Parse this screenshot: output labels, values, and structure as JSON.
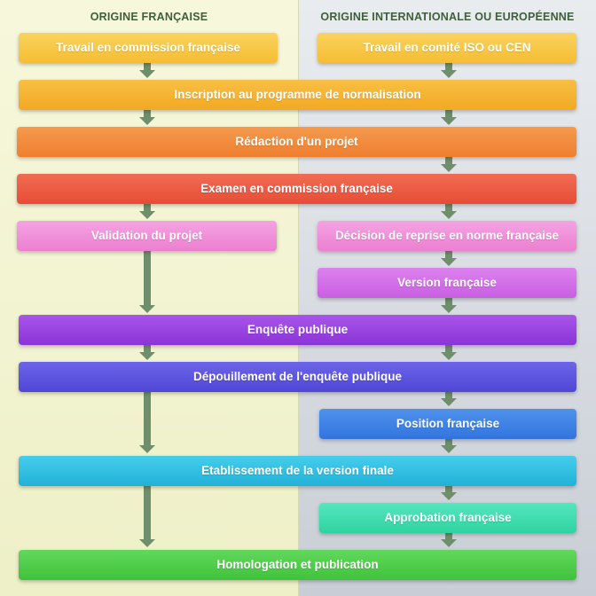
{
  "headers": {
    "left": "ORIGINE FRANÇAISE",
    "right": "ORIGINE INTERNATIONALE OU EUROPÉENNE"
  },
  "steps": {
    "travail_commission": "Travail en commission française",
    "travail_comite": "Travail en comité ISO ou CEN",
    "inscription": "Inscription au programme de normalisation",
    "redaction": "Rédaction d'un projet",
    "examen": "Examen en commission française",
    "validation": "Validation du projet",
    "decision_reprise": "Décision de reprise en norme française",
    "version_francaise": "Version française",
    "enquete": "Enquête publique",
    "depouillement": "Dépouillement de l'enquête publique",
    "position": "Position française",
    "etablissement": "Etablissement de la version finale",
    "approbation": "Approbation française",
    "homologation": "Homologation et publication"
  },
  "colors": {
    "yellow": "#f7c744",
    "amber": "#f5b02e",
    "orange": "#f08a3c",
    "red_orange": "#ec5b43",
    "pink": "#f08cd6",
    "magenta": "#d46ae8",
    "purple": "#9b3fe0",
    "indigo": "#5d55df",
    "blue": "#3b80e3",
    "cyan": "#2cc0e2",
    "teal": "#3ee0b0",
    "green": "#4fcf4b",
    "arrow": "#6f8e6b"
  }
}
